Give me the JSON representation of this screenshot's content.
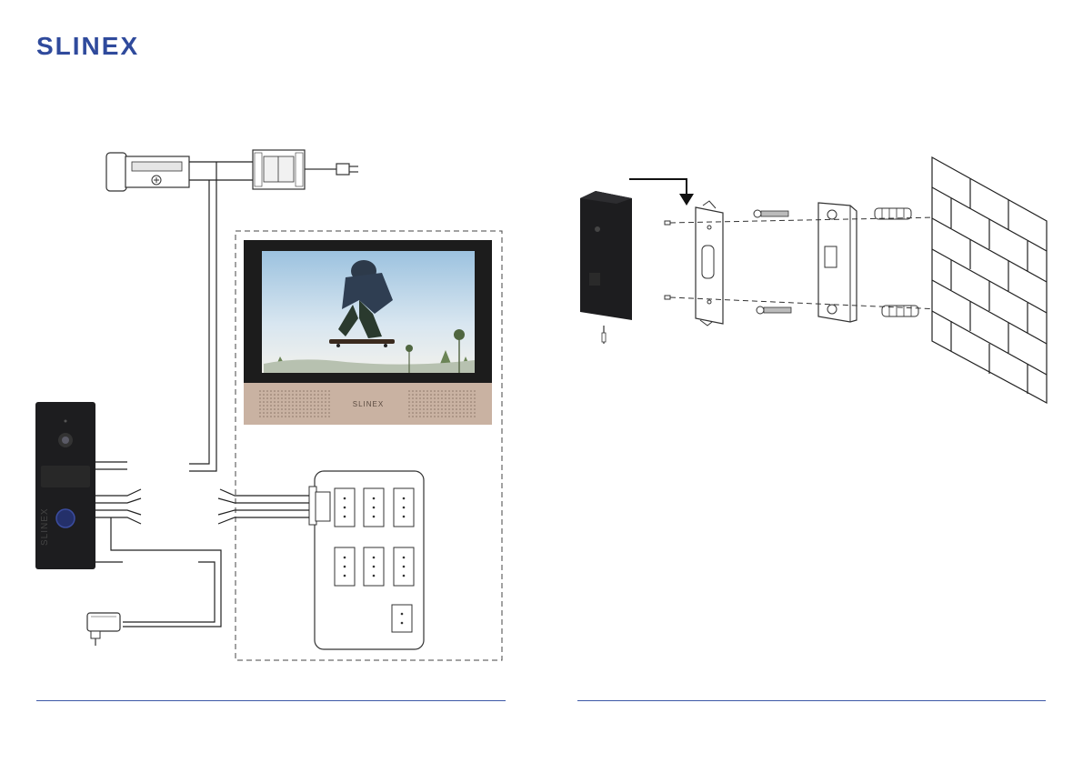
{
  "header": {
    "brand": "SLINEX",
    "brand_color": "#2f4a9c"
  },
  "monitor": {
    "brand": "SLINEX",
    "screen_content": "skateboarder photo"
  },
  "doorphone": {
    "brand": "SLINEX"
  },
  "wall_mount": {
    "parts": [
      "screw-icon",
      "backplate-icon",
      "long-screw-icon",
      "mount-bracket-icon",
      "dowel-icon",
      "brick-wall-icon"
    ]
  },
  "colors": {
    "rule": "#3d58a6",
    "line": "#1a1a1a",
    "panel_bronze": "#c9b2a2",
    "device_dark": "#1d1d1f"
  }
}
